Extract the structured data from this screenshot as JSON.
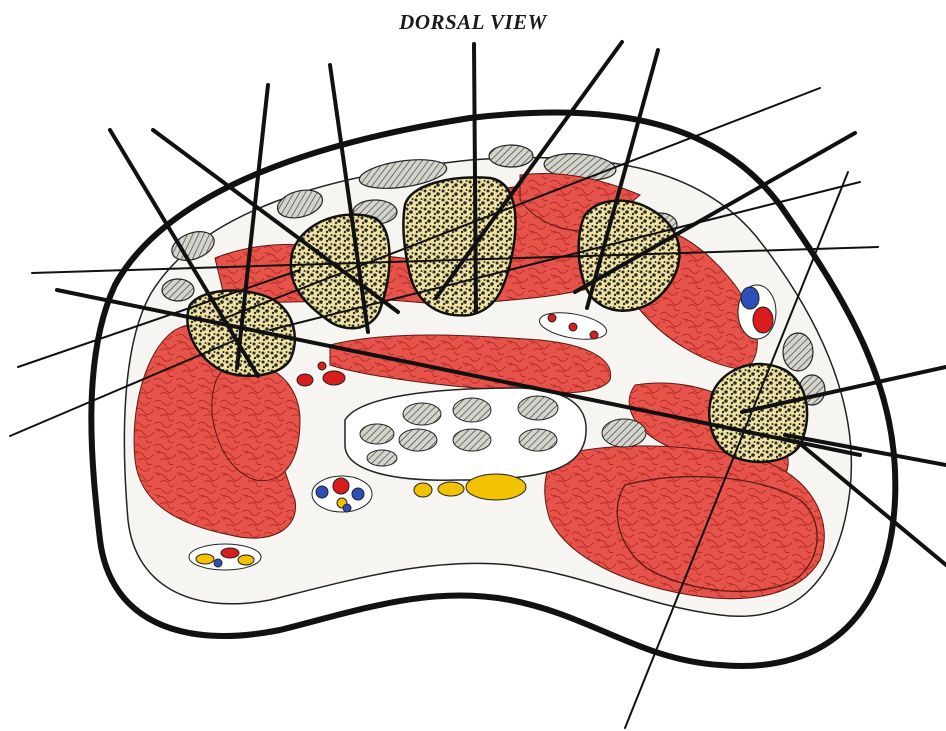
{
  "title": "DORSAL VIEW",
  "colors": {
    "muscle": "#e5534a",
    "muscle_vein": "#b5231f",
    "bone": "#efe2a0",
    "marrow": "#2b2b2b",
    "tendon_fill": "#c9c9c0",
    "artery": "#d91c1c",
    "vein": "#2f4fb8",
    "nerve": "#f2c200",
    "outline": "#111111",
    "background_texture": "#f3efe9"
  },
  "icons": [
    "leader-line",
    "bone-section",
    "muscle-bundle",
    "tendon-ellipse",
    "neurovascular-bundle"
  ]
}
